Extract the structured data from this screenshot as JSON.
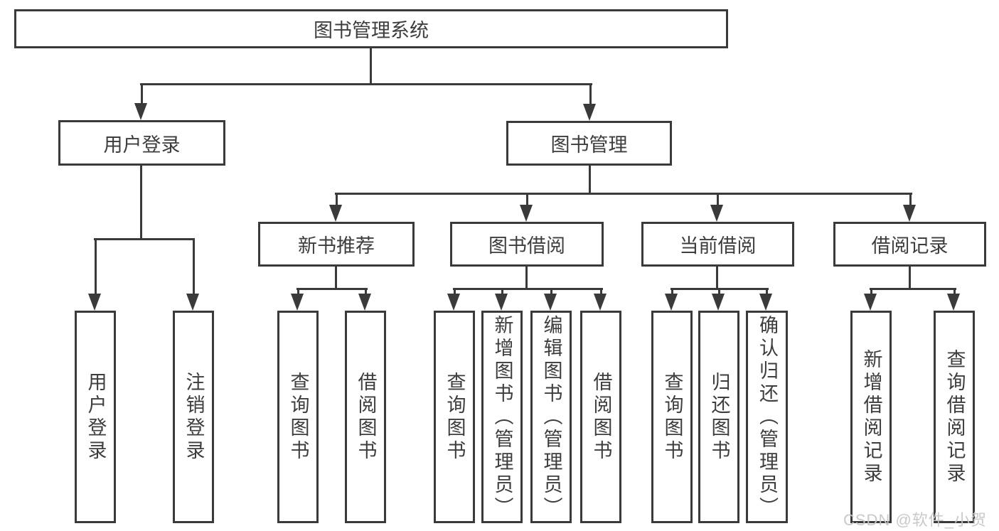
{
  "hierarchy": {
    "label": "图书管理系统",
    "children": [
      {
        "label": "用户登录",
        "children": [
          {
            "label": "用户登录"
          },
          {
            "label": "注销登录"
          }
        ]
      },
      {
        "label": "图书管理",
        "children": [
          {
            "label": "新书推荐",
            "children": [
              {
                "label": "查询图书"
              },
              {
                "label": "借阅图书"
              }
            ]
          },
          {
            "label": "图书借阅",
            "children": [
              {
                "label": "查询图书"
              },
              {
                "label": "新增图书（管理员）"
              },
              {
                "label": "编辑图书（管理员）"
              },
              {
                "label": "借阅图书"
              }
            ]
          },
          {
            "label": "当前借阅",
            "children": [
              {
                "label": "查询图书"
              },
              {
                "label": "归还图书"
              },
              {
                "label": "确认归还（管理员）"
              }
            ]
          },
          {
            "label": "借阅记录",
            "children": [
              {
                "label": "新增借阅记录"
              },
              {
                "label": "查询借阅记录"
              }
            ]
          }
        ]
      }
    ]
  },
  "watermark": {
    "text": "CSDN @软件_小贺同学"
  },
  "colors": {
    "line": "#3a3a3a",
    "text": "#3d3d3d",
    "background": "#ffffff",
    "watermark": "#c7c7c7"
  }
}
